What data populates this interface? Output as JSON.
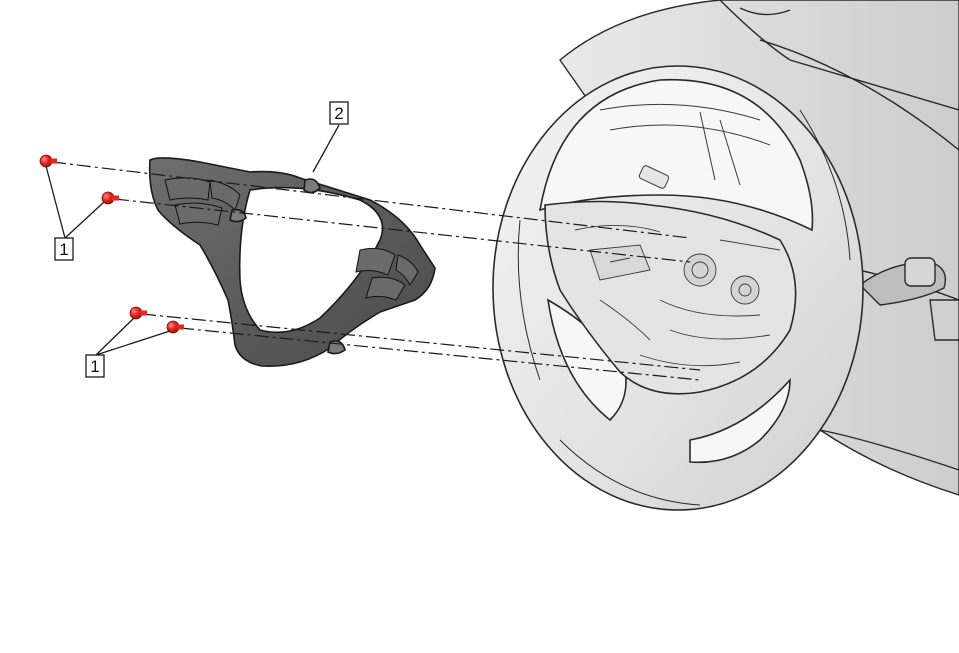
{
  "callouts": {
    "fastener_upper": "1",
    "fastener_lower": "1",
    "bezel": "2"
  },
  "colors": {
    "fastener": "#e3261f",
    "line_art": "#2a2a2a",
    "bezel_fill": "#5c5c5c",
    "wheel_fill": "#ececec",
    "dash_fill": "#dcdcdc"
  },
  "icons": {
    "fastener": "red-screw-icon"
  }
}
